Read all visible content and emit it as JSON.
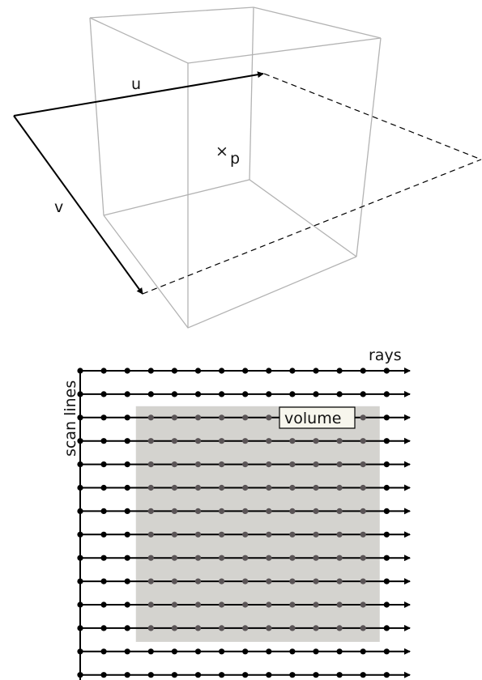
{
  "top": {
    "u_label": "u",
    "v_label": "v",
    "p_label": "p",
    "marker_symbol": "×"
  },
  "bottom": {
    "rays_label": "rays",
    "scan_lines_label": "scan lines",
    "volume_label": "volume",
    "scan_line_count": 14,
    "samples_per_ray": 14,
    "volume_rows": {
      "first": 3,
      "last": 12
    },
    "volume_samples": {
      "first": 3,
      "last": 12
    }
  },
  "colors": {
    "volume_fill": "#d4d3cf",
    "volume_sample": "#5a5456",
    "sample": "#000000",
    "box_edges": "#b3b3b3"
  }
}
